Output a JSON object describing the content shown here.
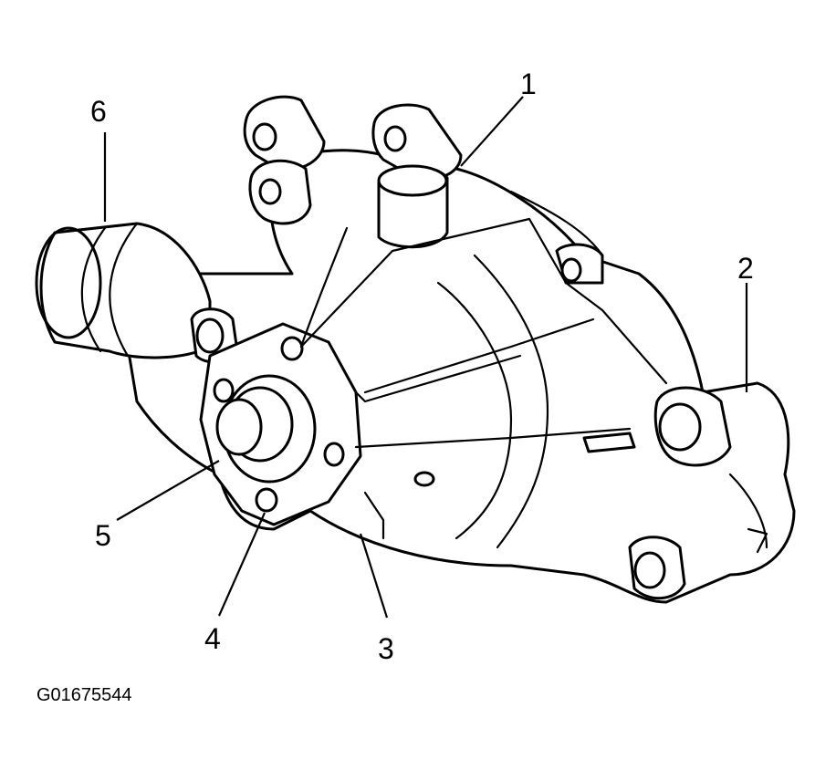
{
  "diagram": {
    "figure_id": "G01675544",
    "callouts": [
      {
        "id": "callout-1",
        "label": "1"
      },
      {
        "id": "callout-2",
        "label": "2"
      },
      {
        "id": "callout-3",
        "label": "3"
      },
      {
        "id": "callout-4",
        "label": "4"
      },
      {
        "id": "callout-5",
        "label": "5"
      },
      {
        "id": "callout-6",
        "label": "6"
      }
    ]
  }
}
